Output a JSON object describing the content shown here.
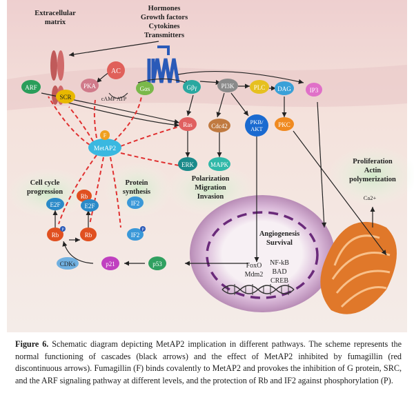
{
  "labels": {
    "extracellular_1": "Extracellular",
    "extracellular_2": "matrix",
    "signals": [
      "Hormones",
      "Growth factors",
      "Cytokines",
      "Transmitters"
    ],
    "ac": "AC",
    "pka": "PKA",
    "camp_atp": "cAMP ATP",
    "gas": "Gαs",
    "gbg": "Gβγ",
    "pi3k": "PI3K",
    "plc": "PLC",
    "dag": "DAG",
    "ip3": "IP3",
    "arf": "ARF",
    "scr": "SCR",
    "ras": "Ras",
    "cdc42": "Cdc42",
    "pkb_akt_1": "PKB/",
    "pkb_akt_2": "AKT",
    "pkc": "PKC",
    "fumagillin": "F",
    "metap2": "MetAP2",
    "erk": "ERK",
    "mapk": "MAPK",
    "polarization": [
      "Polarization",
      "Migration",
      "Invasion"
    ],
    "proliferation": [
      "Proliferation",
      "Actin",
      "polymerization"
    ],
    "ca": "Ca2+",
    "cell_cycle": [
      "Cell cycle",
      "progression"
    ],
    "protein_synthesis": [
      "Protein",
      "synthesis"
    ],
    "e2f": "E2F",
    "rb": "Rb",
    "if2": "IF2",
    "p": "P",
    "cdks": "CDKs",
    "p21": "p21",
    "p53": "p53",
    "angiogenesis": [
      "Angiogenesis",
      "Survival"
    ],
    "foxo": "FoxO",
    "mdm2": "Mdm2",
    "nfkb": "NF-kB",
    "bad": "BAD",
    "creb": "CREB"
  },
  "caption": {
    "figure_label": "Figure 6.",
    "text": "Schematic diagram depicting MetAP2 implication in different pathways. The scheme represents the normal functioning of cascades (black arrows) and the effect of MetAP2 inhibited by fumagillin (red discontinuous arrows). Fumagillin (F) binds covalently to MetAP2 and provokes the inhibition of G protein, SRC, and the ARF signaling pathway at different levels, and the protection of Rb and IF2 against phosphorylation (P)."
  },
  "colors": {
    "arf": "#2a9d5a",
    "scr": "#e8b800",
    "pka": "#d07a8a",
    "ac": "#e0605a",
    "gas": "#7ab84a",
    "gbg": "#2aa8a0",
    "pi3k": "#8a8a8a",
    "plc": "#e6c020",
    "dag": "#3aa0d8",
    "ip3": "#e070c8",
    "ras": "#e06060",
    "cdc42": "#c07a40",
    "akt": "#1a6ad0",
    "pkc": "#f08a20",
    "metap2": "#3ab8e0",
    "f": "#f0a020",
    "erk": "#1a8a8a",
    "mapk": "#30b8a8",
    "e2f": "#2a8ac8",
    "rb": "#e05020",
    "if2": "#3a98d8",
    "cdks": "#70b0e0",
    "p21": "#c040c0",
    "p53": "#30a060",
    "inhibition": "#e03030",
    "activation": "#222222"
  }
}
